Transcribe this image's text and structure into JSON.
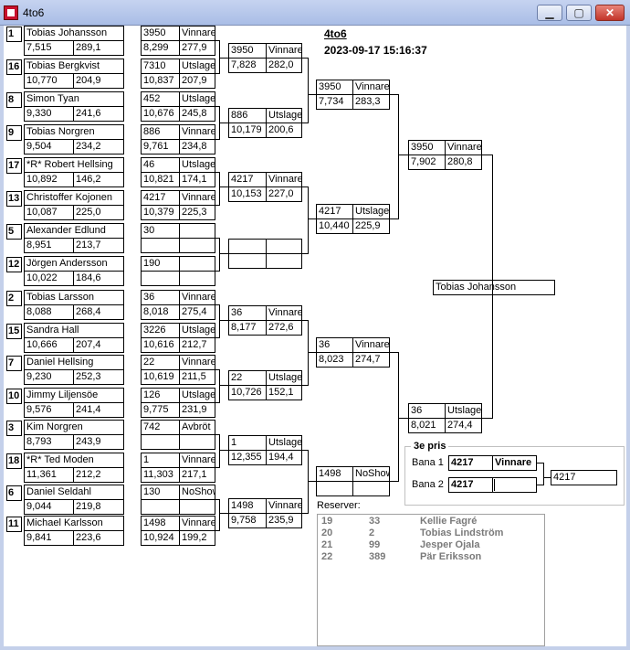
{
  "window": {
    "title": "4to6",
    "icon": "app-logo-icon",
    "min": "▁",
    "max": "▢",
    "close": "✕"
  },
  "header": {
    "title": "4to6",
    "datetime": "2023-09-17 15:16:37"
  },
  "players": [
    {
      "seed": "1",
      "name": "Tobias Johansson",
      "a": "7,515",
      "b": "289,1",
      "score": "3950",
      "result": "Vinnare",
      "c": "8,299",
      "d": "277,9"
    },
    {
      "seed": "16",
      "name": "Tobias Bergkvist",
      "a": "10,770",
      "b": "204,9",
      "score": "7310",
      "result": "Utslagen",
      "c": "10,837",
      "d": "207,9"
    },
    {
      "seed": "8",
      "name": "Simon Tyan",
      "a": "9,330",
      "b": "241,6",
      "score": "452",
      "result": "Utslagen",
      "c": "10,676",
      "d": "245,8"
    },
    {
      "seed": "9",
      "name": "Tobias Norgren",
      "a": "9,504",
      "b": "234,2",
      "score": "886",
      "result": "Vinnare",
      "c": "9,761",
      "d": "234,8"
    },
    {
      "seed": "17",
      "name": "*R* Robert Hellsing",
      "a": "10,892",
      "b": "146,2",
      "score": "46",
      "result": "Utslagen",
      "c": "10,821",
      "d": "174,1"
    },
    {
      "seed": "13",
      "name": "Christoffer Kojonen",
      "a": "10,087",
      "b": "225,0",
      "score": "4217",
      "result": "Vinnare",
      "c": "10,379",
      "d": "225,3"
    },
    {
      "seed": "5",
      "name": "Alexander Edlund",
      "a": "8,951",
      "b": "213,7",
      "score": "30",
      "result": "",
      "c": "",
      "d": ""
    },
    {
      "seed": "12",
      "name": "Jörgen Andersson",
      "a": "10,022",
      "b": "184,6",
      "score": "190",
      "result": "",
      "c": "",
      "d": ""
    },
    {
      "seed": "2",
      "name": "Tobias Larsson",
      "a": "8,088",
      "b": "268,4",
      "score": "36",
      "result": "Vinnare",
      "c": "8,018",
      "d": "275,4"
    },
    {
      "seed": "15",
      "name": "Sandra Hall",
      "a": "10,666",
      "b": "207,4",
      "score": "3226",
      "result": "Utslagen",
      "c": "10,616",
      "d": "212,7"
    },
    {
      "seed": "7",
      "name": "Daniel Hellsing",
      "a": "9,230",
      "b": "252,3",
      "score": "22",
      "result": "Vinnare",
      "c": "10,619",
      "d": "211,5"
    },
    {
      "seed": "10",
      "name": "Jimmy Liljensöe",
      "a": "9,576",
      "b": "241,4",
      "score": "126",
      "result": "Utslagen",
      "c": "9,775",
      "d": "231,9"
    },
    {
      "seed": "3",
      "name": "Kim Norgren",
      "a": "8,793",
      "b": "243,9",
      "score": "742",
      "result": "Avbröt",
      "c": "",
      "d": ""
    },
    {
      "seed": "18",
      "name": "*R* Ted Moden",
      "a": "11,361",
      "b": "212,2",
      "score": "1",
      "result": "Vinnare",
      "c": "11,303",
      "d": "217,1"
    },
    {
      "seed": "6",
      "name": "Daniel Seldahl",
      "a": "9,044",
      "b": "219,8",
      "score": "130",
      "result": "NoShow",
      "c": "",
      "d": ""
    },
    {
      "seed": "11",
      "name": "Michael Karlsson",
      "a": "9,841",
      "b": "223,6",
      "score": "1498",
      "result": "Vinnare",
      "c": "10,924",
      "d": "199,2"
    }
  ],
  "round2": [
    {
      "score": "3950",
      "result": "Vinnare",
      "c": "7,828",
      "d": "282,0"
    },
    {
      "score": "886",
      "result": "Utslagen",
      "c": "10,179",
      "d": "200,6"
    },
    {
      "score": "4217",
      "result": "Vinnare",
      "c": "10,153",
      "d": "227,0"
    },
    {
      "score": "",
      "result": "",
      "c": "",
      "d": ""
    },
    {
      "score": "36",
      "result": "Vinnare",
      "c": "8,177",
      "d": "272,6"
    },
    {
      "score": "22",
      "result": "Utslagen",
      "c": "10,726",
      "d": "152,1"
    },
    {
      "score": "1",
      "result": "Utslagen",
      "c": "12,355",
      "d": "194,4"
    },
    {
      "score": "1498",
      "result": "Vinnare",
      "c": "9,758",
      "d": "235,9"
    }
  ],
  "round3": [
    {
      "score": "3950",
      "result": "Vinnare",
      "c": "7,734",
      "d": "283,3"
    },
    {
      "score": "4217",
      "result": "Utslagen",
      "c": "10,440",
      "d": "225,9"
    },
    {
      "score": "36",
      "result": "Vinnare",
      "c": "8,023",
      "d": "274,7"
    },
    {
      "score": "1498",
      "result": "NoShow",
      "c": "",
      "d": ""
    }
  ],
  "round4": [
    {
      "score": "3950",
      "result": "Vinnare",
      "c": "7,902",
      "d": "280,8"
    },
    {
      "score": "36",
      "result": "Utslagen",
      "c": "8,021",
      "d": "274,4"
    }
  ],
  "winner": "Tobias Johansson",
  "third_place": {
    "legend": "3e pris",
    "bana1_label": "Bana 1",
    "bana1_score": "4217",
    "bana1_result": "Vinnare",
    "bana2_label": "Bana 2",
    "bana2_score": "4217",
    "bana2_result": "",
    "winner_score": "4217"
  },
  "reserves": {
    "label": "Reserver:",
    "rows": [
      {
        "pos": "19",
        "num": "33",
        "name": "Kellie Fagré"
      },
      {
        "pos": "20",
        "num": "2",
        "name": "Tobias Lindström"
      },
      {
        "pos": "21",
        "num": "99",
        "name": "Jesper Ojala"
      },
      {
        "pos": "22",
        "num": "389",
        "name": "Pär Eriksson"
      }
    ]
  }
}
